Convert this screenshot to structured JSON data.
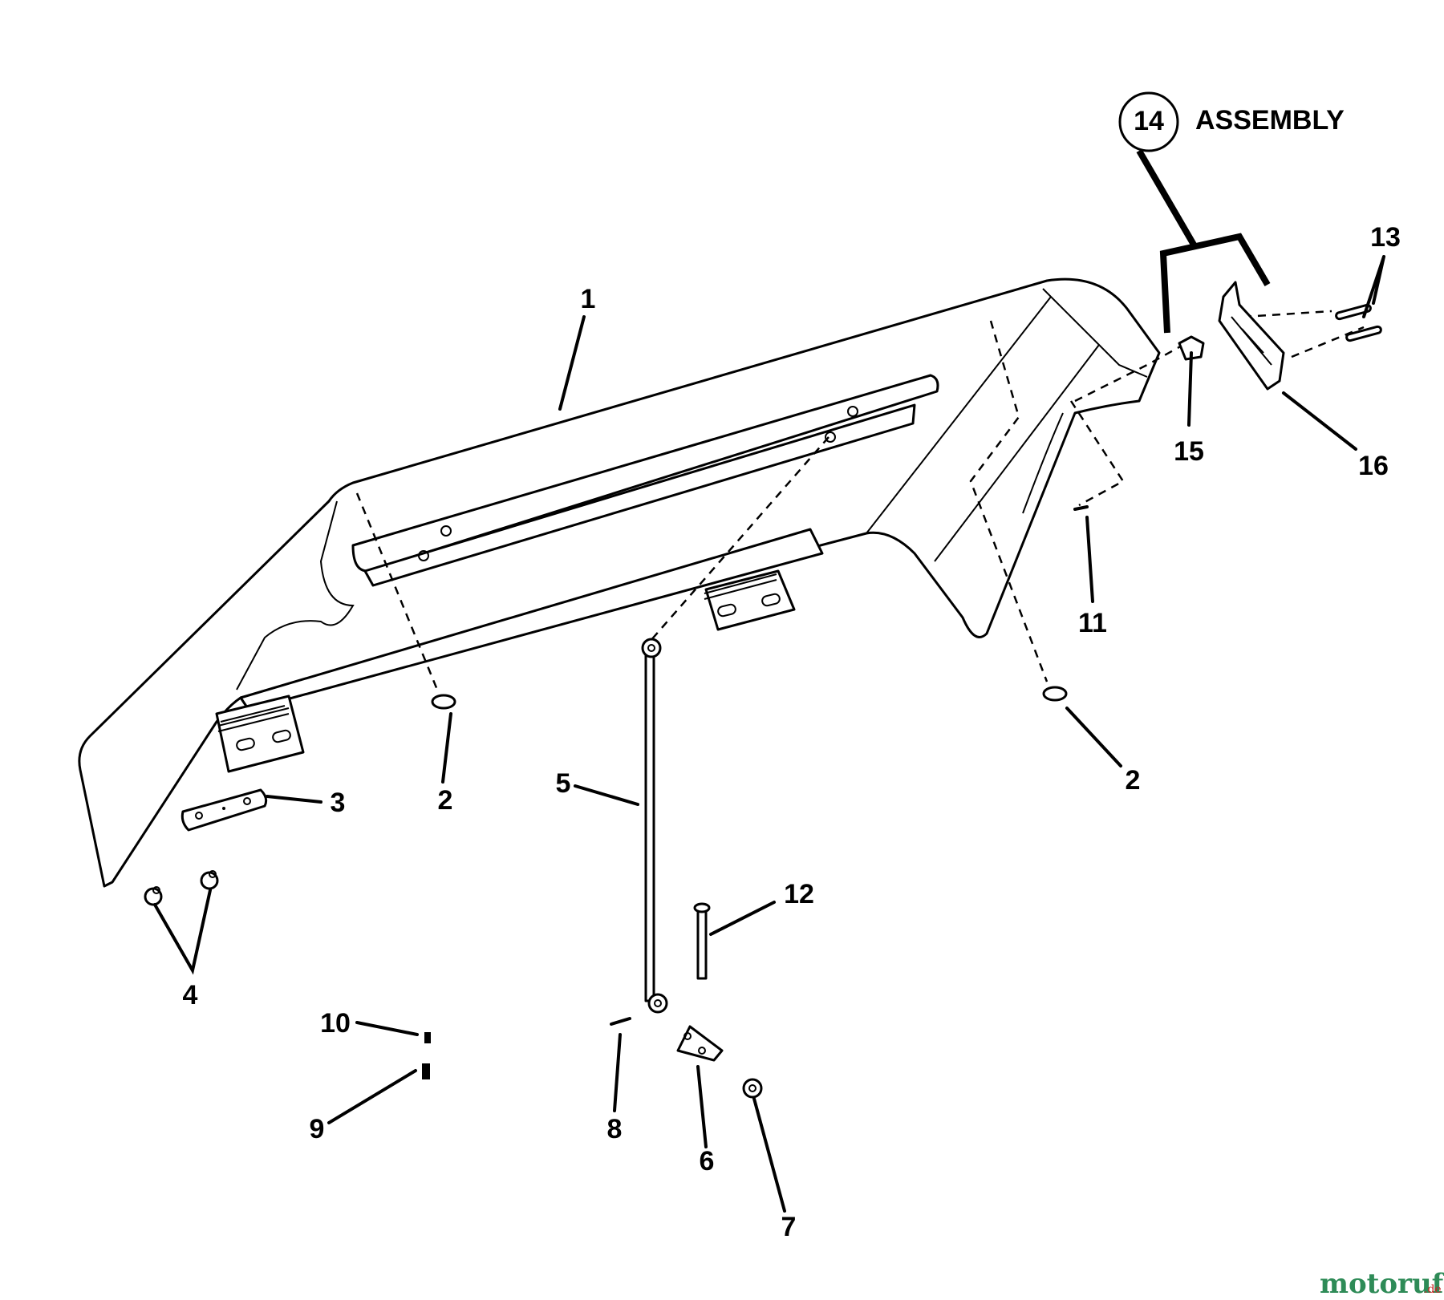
{
  "assembly": {
    "number": "14",
    "label": "ASSEMBLY"
  },
  "callouts": [
    {
      "id": "1",
      "text": "1"
    },
    {
      "id": "2a",
      "text": "2"
    },
    {
      "id": "2b",
      "text": "2"
    },
    {
      "id": "3",
      "text": "3"
    },
    {
      "id": "4",
      "text": "4"
    },
    {
      "id": "5",
      "text": "5"
    },
    {
      "id": "6",
      "text": "6"
    },
    {
      "id": "7",
      "text": "7"
    },
    {
      "id": "8",
      "text": "8"
    },
    {
      "id": "9",
      "text": "9"
    },
    {
      "id": "10",
      "text": "10"
    },
    {
      "id": "11",
      "text": "11"
    },
    {
      "id": "12",
      "text": "12"
    },
    {
      "id": "13",
      "text": "13"
    },
    {
      "id": "15",
      "text": "15"
    },
    {
      "id": "16",
      "text": "16"
    }
  ],
  "watermark": {
    "text": "motoruf",
    "tld": ".de"
  },
  "colors": {
    "line": "#000000",
    "background": "#ffffff",
    "watermark_main": "#2e8b57",
    "watermark_tld": "#cc2222"
  }
}
